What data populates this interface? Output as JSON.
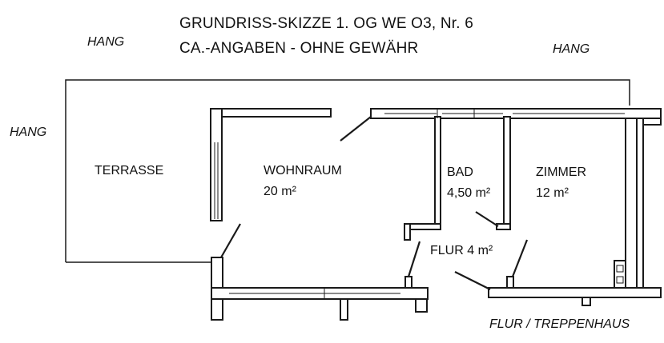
{
  "header": {
    "title_line1": "GRUNDRISS-SKIZZE 1. OG WE O3, Nr. 6",
    "title_line2": "CA.-ANGABEN - OHNE GEWÄHR"
  },
  "slope_labels": {
    "top_left": "HANG",
    "top_right": "HANG",
    "left": "HANG"
  },
  "rooms": {
    "terrasse": {
      "name": "TERRASSE"
    },
    "wohnraum": {
      "name": "WOHNRAUM",
      "area": "20 m²"
    },
    "bad": {
      "name": "BAD",
      "area": "4,50 m²"
    },
    "zimmer": {
      "name": "ZIMMER",
      "area": "12 m²"
    },
    "flur": {
      "name": "FLUR 4 m²"
    }
  },
  "corridor": {
    "label": "FLUR / TREPPENHAUS"
  },
  "colors": {
    "line": "#1a1a1a",
    "wall_fill": "#ffffff",
    "background": "#ffffff"
  }
}
